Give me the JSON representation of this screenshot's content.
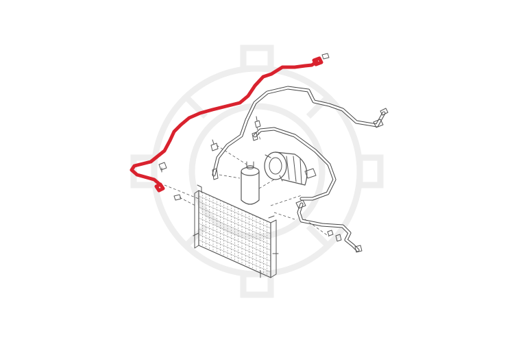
{
  "diagram": {
    "highlight_color": "#d9222e",
    "line_color": "#444444",
    "watermark_color": "#eeeeee",
    "parts": [
      "highlighted-refrigerant-pipe",
      "return-pipe",
      "radiator-condenser",
      "receiver-drier",
      "ac-compressor",
      "suction-hose",
      "discharge-hose",
      "pressure-switch",
      "fastener-bolts",
      "watermark-gear-logo"
    ]
  }
}
